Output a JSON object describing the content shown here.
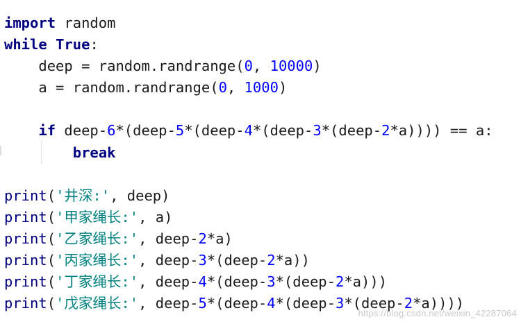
{
  "code": {
    "lines": [
      [
        {
          "t": "import",
          "c": "kw"
        },
        {
          "t": " random",
          "c": "plain"
        }
      ],
      [
        {
          "t": "while",
          "c": "kw"
        },
        {
          "t": " ",
          "c": "plain"
        },
        {
          "t": "True",
          "c": "kw"
        },
        {
          "t": ":",
          "c": "plain"
        }
      ],
      [
        {
          "t": "    deep = random.randrange(",
          "c": "plain"
        },
        {
          "t": "0",
          "c": "num"
        },
        {
          "t": ", ",
          "c": "plain"
        },
        {
          "t": "10000",
          "c": "num"
        },
        {
          "t": ")",
          "c": "plain"
        }
      ],
      [
        {
          "t": "    a = random.randrange(",
          "c": "plain"
        },
        {
          "t": "0",
          "c": "num"
        },
        {
          "t": ", ",
          "c": "plain"
        },
        {
          "t": "1000",
          "c": "num"
        },
        {
          "t": ")",
          "c": "plain"
        }
      ],
      [],
      [
        {
          "t": "    ",
          "c": "plain"
        },
        {
          "t": "if",
          "c": "kw"
        },
        {
          "t": " deep-",
          "c": "plain"
        },
        {
          "t": "6",
          "c": "num"
        },
        {
          "t": "*(deep-",
          "c": "plain"
        },
        {
          "t": "5",
          "c": "num"
        },
        {
          "t": "*(deep-",
          "c": "plain"
        },
        {
          "t": "4",
          "c": "num"
        },
        {
          "t": "*(deep-",
          "c": "plain"
        },
        {
          "t": "3",
          "c": "num"
        },
        {
          "t": "*(deep-",
          "c": "plain"
        },
        {
          "t": "2",
          "c": "num"
        },
        {
          "t": "*a)))) == a:",
          "c": "plain"
        }
      ],
      [
        {
          "t": "        ",
          "c": "plain"
        },
        {
          "t": "break",
          "c": "kw"
        }
      ],
      [],
      [
        {
          "t": "print",
          "c": "fn"
        },
        {
          "t": "(",
          "c": "plain"
        },
        {
          "t": "'井深:'",
          "c": "str"
        },
        {
          "t": ", deep)",
          "c": "plain"
        }
      ],
      [
        {
          "t": "print",
          "c": "fn"
        },
        {
          "t": "(",
          "c": "plain"
        },
        {
          "t": "'甲家绳长:'",
          "c": "str"
        },
        {
          "t": ", a)",
          "c": "plain"
        }
      ],
      [
        {
          "t": "print",
          "c": "fn"
        },
        {
          "t": "(",
          "c": "plain"
        },
        {
          "t": "'乙家绳长:'",
          "c": "str"
        },
        {
          "t": ", deep-",
          "c": "plain"
        },
        {
          "t": "2",
          "c": "num"
        },
        {
          "t": "*a)",
          "c": "plain"
        }
      ],
      [
        {
          "t": "print",
          "c": "fn"
        },
        {
          "t": "(",
          "c": "plain"
        },
        {
          "t": "'丙家绳长:'",
          "c": "str"
        },
        {
          "t": ", deep-",
          "c": "plain"
        },
        {
          "t": "3",
          "c": "num"
        },
        {
          "t": "*(deep-",
          "c": "plain"
        },
        {
          "t": "2",
          "c": "num"
        },
        {
          "t": "*a))",
          "c": "plain"
        }
      ],
      [
        {
          "t": "print",
          "c": "fn"
        },
        {
          "t": "(",
          "c": "plain"
        },
        {
          "t": "'丁家绳长:'",
          "c": "str"
        },
        {
          "t": ", deep-",
          "c": "plain"
        },
        {
          "t": "4",
          "c": "num"
        },
        {
          "t": "*(deep-",
          "c": "plain"
        },
        {
          "t": "3",
          "c": "num"
        },
        {
          "t": "*(deep-",
          "c": "plain"
        },
        {
          "t": "2",
          "c": "num"
        },
        {
          "t": "*a)))",
          "c": "plain"
        }
      ],
      [
        {
          "t": "print",
          "c": "fn"
        },
        {
          "t": "(",
          "c": "plain"
        },
        {
          "t": "'戊家绳长:'",
          "c": "str"
        },
        {
          "t": ", deep-",
          "c": "plain"
        },
        {
          "t": "5",
          "c": "num"
        },
        {
          "t": "*(deep-",
          "c": "plain"
        },
        {
          "t": "4",
          "c": "num"
        },
        {
          "t": "*(deep-",
          "c": "plain"
        },
        {
          "t": "3",
          "c": "num"
        },
        {
          "t": "*(deep-",
          "c": "plain"
        },
        {
          "t": "2",
          "c": "num"
        },
        {
          "t": "*a))))",
          "c": "plain"
        }
      ]
    ]
  },
  "colors": {
    "keyword": "#000080",
    "number": "#0000ff",
    "string": "#008080",
    "text": "#1a1a1a",
    "background": "#ffffff"
  },
  "watermark": "https://blog.csdn.net/weixin_42287064"
}
